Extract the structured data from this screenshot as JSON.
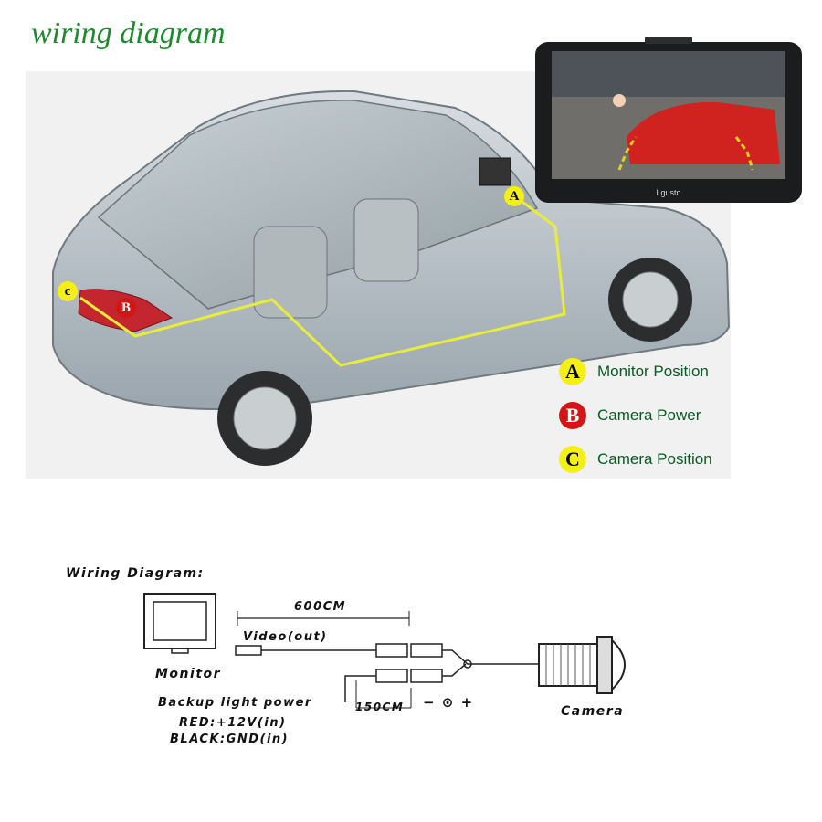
{
  "header": {
    "title": "wiring diagram"
  },
  "device": {
    "brand": "Lgusto"
  },
  "markers": {
    "a": "A",
    "b": "B",
    "c": "c"
  },
  "legend": [
    {
      "letter": "A",
      "label": "Monitor Position",
      "color": "#f4f016",
      "text_color": "#000000"
    },
    {
      "letter": "B",
      "label": "Camera Power",
      "color": "#d31515",
      "text_color": "#ffffff"
    },
    {
      "letter": "C",
      "label": "Camera Position",
      "color": "#f4f016",
      "text_color": "#000000"
    }
  ],
  "wiring": {
    "heading": "Wiring Diagram:",
    "monitor_label": "Monitor",
    "length_long": "600CM",
    "video_label": "Video(out)",
    "length_short": "150CM",
    "backup_label": "Backup light power",
    "red_label": "RED:+12V(in)",
    "black_label": "BLACK:GND(in)",
    "polarity": "− ⊙ +",
    "camera_label": "Camera"
  },
  "colors": {
    "title_green": "#1e8a2e",
    "legend_green": "#0a5a24",
    "wire_yellow": "#e8ec3a"
  }
}
